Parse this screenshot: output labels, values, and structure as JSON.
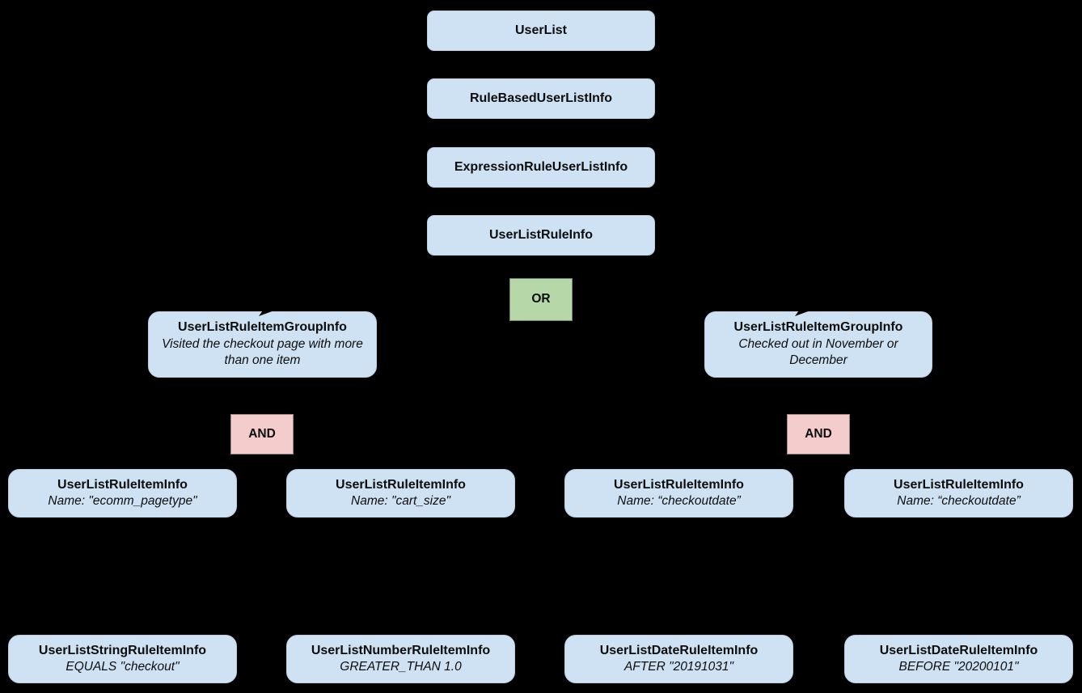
{
  "diagram": {
    "subject": "UserList expression-rule hierarchy",
    "operator_logic": "OR of two AND rule item groups"
  },
  "colors": {
    "background": "#000000",
    "node_fill": "#cfe2f3",
    "or_fill": "#b6d7a8",
    "and_fill": "#f4cccc",
    "text": "#0d0d0d"
  },
  "nodes": {
    "user_list": {
      "label": "UserList"
    },
    "rule_based_user_list_info": {
      "label": "RuleBasedUserListInfo"
    },
    "expression_rule_user_list_info": {
      "label": "ExpressionRuleUserListInfo"
    },
    "user_list_rule_info": {
      "label": "UserListRuleInfo"
    },
    "or_operator": {
      "label": "OR"
    },
    "group_left": {
      "label": "UserListRuleItemGroupInfo",
      "description": "Visited the checkout page with more than one item"
    },
    "group_right": {
      "label": "UserListRuleItemGroupInfo",
      "description": "Checked out in November or December"
    },
    "and_left": {
      "label": "AND"
    },
    "and_right": {
      "label": "AND"
    },
    "rule_item_ecomm_pagetype": {
      "label": "UserListRuleItemInfo",
      "description": "Name: \"ecomm_pagetype\""
    },
    "rule_item_cart_size": {
      "label": "UserListRuleItemInfo",
      "description": "Name: \"cart_size\""
    },
    "rule_item_checkoutdate_1": {
      "label": "UserListRuleItemInfo",
      "description": "Name: “checkoutdate”"
    },
    "rule_item_checkoutdate_2": {
      "label": "UserListRuleItemInfo",
      "description": "Name: “checkoutdate”"
    },
    "leaf_string": {
      "label": "UserListStringRuleItemInfo",
      "description": "EQUALS \"checkout\""
    },
    "leaf_number": {
      "label": "UserListNumberRuleItemInfo",
      "description": "GREATER_THAN 1.0"
    },
    "leaf_date_after": {
      "label": "UserListDateRuleItemInfo",
      "description": "AFTER \"20191031\""
    },
    "leaf_date_before": {
      "label": "UserListDateRuleItemInfo",
      "description": "BEFORE \"20200101\""
    }
  }
}
